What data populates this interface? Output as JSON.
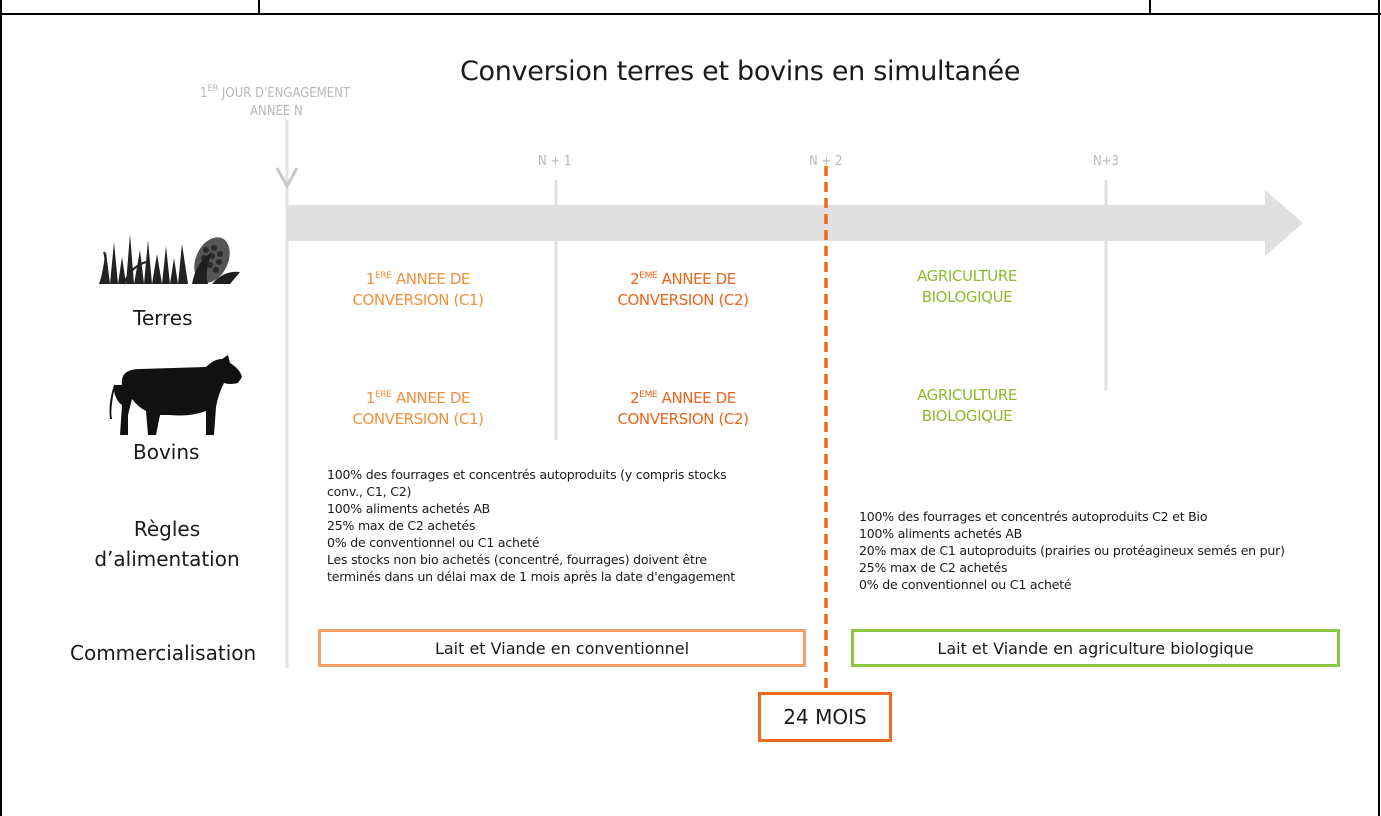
{
  "title": "Conversion terres et bovins en simultanée",
  "engagement": {
    "line1_base": "1",
    "line1_sup": "ER",
    "line1_rest": " JOUR D'ENGAGEMENT",
    "line2": "ANNEE N"
  },
  "years": [
    "N + 1",
    "N + 2",
    "N+3"
  ],
  "rows": {
    "terres": "Terres",
    "bovins": "Bovins",
    "regles_line1": "Règles",
    "regles_line2": "d’alimentation",
    "commercialisation": "Commercialisation"
  },
  "phases": {
    "c1": {
      "num": "1",
      "sup": "ERE",
      "rest": " ANNEE DE",
      "line2": "CONVERSION (C1)"
    },
    "c2": {
      "num": "2",
      "sup": "EME",
      "rest": " ANNEE DE",
      "line2": "CONVERSION (C2)"
    },
    "bio": {
      "line1": "AGRICULTURE",
      "line2": "BIOLOGIQUE"
    }
  },
  "rules_conversion": [
    "100% des fourrages et concentrés autoproduits (y compris stocks",
    "conv., C1, C2)",
    "100% aliments achetés AB",
    "25% max de C2 achetés",
    "0% de conventionnel ou C1 acheté",
    "Les stocks non bio achetés (concentré, fourrages) doivent être",
    "terminés dans un délai max de 1 mois après la date d'engagement"
  ],
  "rules_bio": [
    "100% des fourrages et concentrés autoproduits C2 et Bio",
    "100% aliments achetés AB",
    "20% max de C1 autoproduits (prairies ou protéagineux semés en pur)",
    "25% max de C2 achetés",
    "0% de conventionnel ou C1 acheté"
  ],
  "commercialisation": {
    "conventionnel": "Lait et Viande en conventionnel",
    "bio": "Lait et Viande en agriculture biologique"
  },
  "milestone": "24 MOIS",
  "colors": {
    "c1": "#f0913f",
    "c2": "#e9661e",
    "bio": "#8dbb2c",
    "arrow": "#e0e0e0",
    "milestone": "#ea6a1f"
  }
}
